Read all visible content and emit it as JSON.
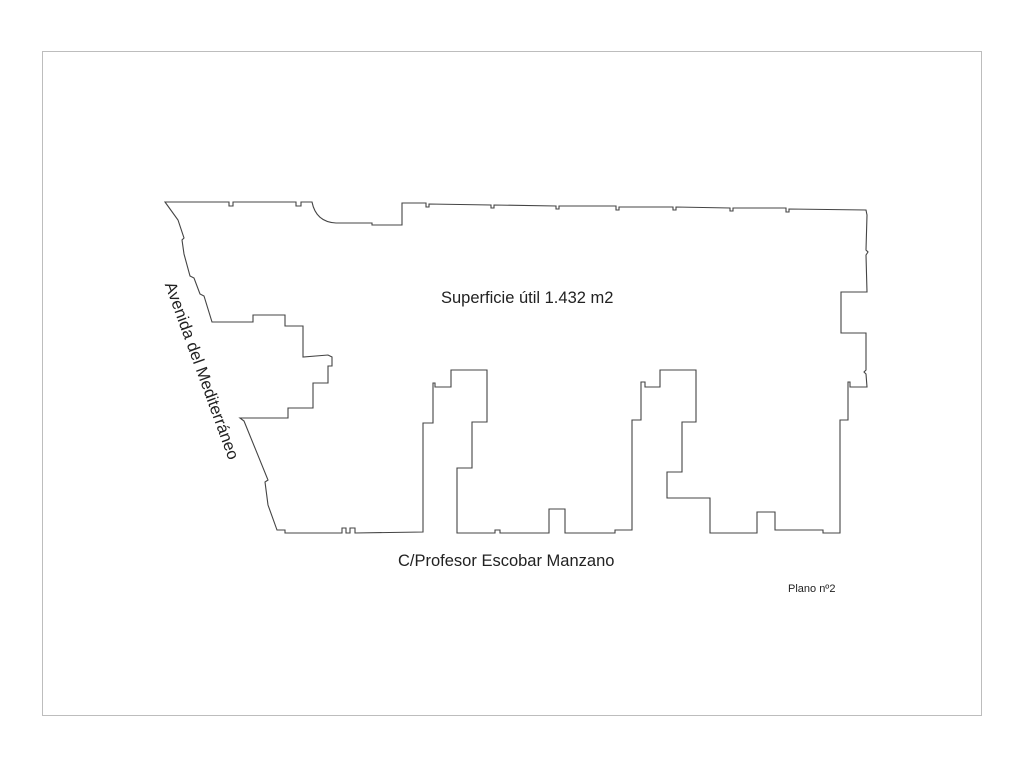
{
  "plan": {
    "area_label": "Superficie útil 1.432 m2",
    "street_label": "C/Profesor Escobar Manzano",
    "avenue_label": "Avenida del Mediterráneo",
    "plan_number": "Plano nº2"
  },
  "colors": {
    "outline": "#444444",
    "frame": "#bdbdbd"
  }
}
